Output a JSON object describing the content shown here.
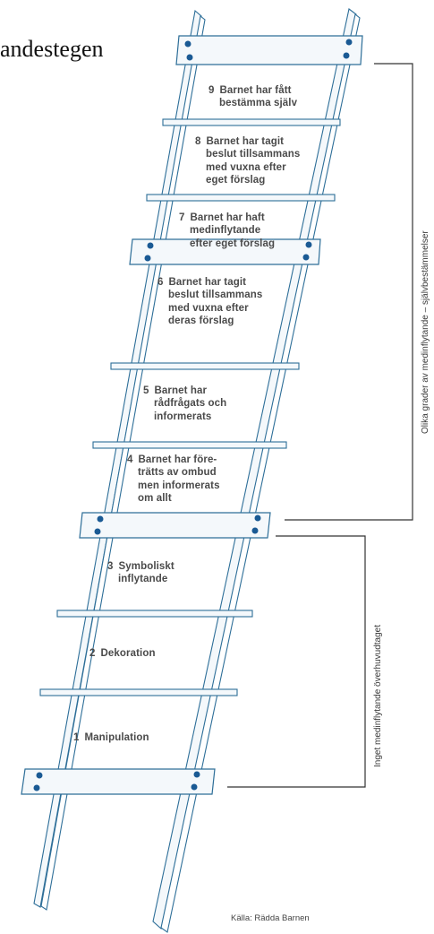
{
  "title": "andestegen",
  "steps": [
    {
      "num": "9",
      "lines": [
        "Barnet har fått",
        "bestämma själv"
      ]
    },
    {
      "num": "8",
      "lines": [
        "Barnet har tagit",
        "beslut tillsammans",
        "med vuxna efter",
        "eget förslag"
      ]
    },
    {
      "num": "7",
      "lines": [
        "Barnet har haft",
        "medinflytande",
        "efter eget förslag"
      ]
    },
    {
      "num": "6",
      "lines": [
        "Barnet har tagit",
        "beslut tillsammans",
        "med vuxna efter",
        "deras förslag"
      ]
    },
    {
      "num": "5",
      "lines": [
        "Barnet har",
        "rådfrågats och",
        "informerats"
      ]
    },
    {
      "num": "4",
      "lines": [
        "Barnet har före-",
        "trätts av ombud",
        "men informerats",
        "om allt"
      ]
    },
    {
      "num": "3",
      "lines": [
        "Symboliskt",
        "inflytande"
      ]
    },
    {
      "num": "2",
      "lines": [
        "Dekoration"
      ]
    },
    {
      "num": "1",
      "lines": [
        "Manipulation"
      ]
    }
  ],
  "brackets": {
    "upper": "Olika grader av medinflytande – självbestämmelser",
    "lower": "Inget medinflytande överhuvudtaget"
  },
  "source": "Källa: Rädda Barnen",
  "colors": {
    "ladder_fill": "#f4f8fb",
    "ladder_stroke": "#2d6e98",
    "bolt": "#1a5a94"
  }
}
